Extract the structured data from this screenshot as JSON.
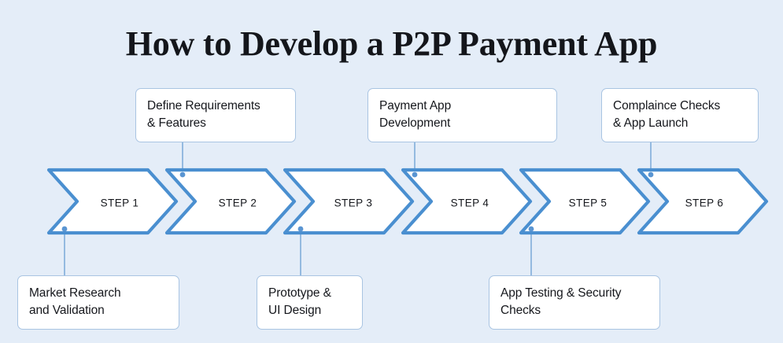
{
  "page": {
    "title": "How to Develop a P2P Payment App",
    "background_color": "#e4edf8"
  },
  "colors": {
    "chevron_stroke": "#4a8fd0",
    "chevron_fill": "#ffffff",
    "connector_line": "#6a9fd4",
    "connector_dot": "#5a95d2",
    "callout_border": "#a9c4e2",
    "callout_fill": "#ffffff",
    "text": "#15171c",
    "background": "#e4edf8"
  },
  "steps": [
    {
      "id": "step-1",
      "label": "STEP 1",
      "callout_position": "below",
      "callout_lines": [
        "Market Research",
        "and Validation"
      ]
    },
    {
      "id": "step-2",
      "label": "STEP 2",
      "callout_position": "above",
      "callout_lines": [
        "Define Requirements",
        "& Features"
      ]
    },
    {
      "id": "step-3",
      "label": "STEP 3",
      "callout_position": "below",
      "callout_lines": [
        "Prototype &",
        "UI Design"
      ]
    },
    {
      "id": "step-4",
      "label": "STEP 4",
      "callout_position": "above",
      "callout_lines": [
        "Payment App",
        "Development"
      ]
    },
    {
      "id": "step-5",
      "label": "STEP 5",
      "callout_position": "below",
      "callout_lines": [
        "App Testing & Security",
        "Checks"
      ]
    },
    {
      "id": "step-6",
      "label": "STEP 6",
      "callout_position": "above",
      "callout_lines": [
        "Complaince Checks",
        "& App Launch"
      ]
    }
  ]
}
